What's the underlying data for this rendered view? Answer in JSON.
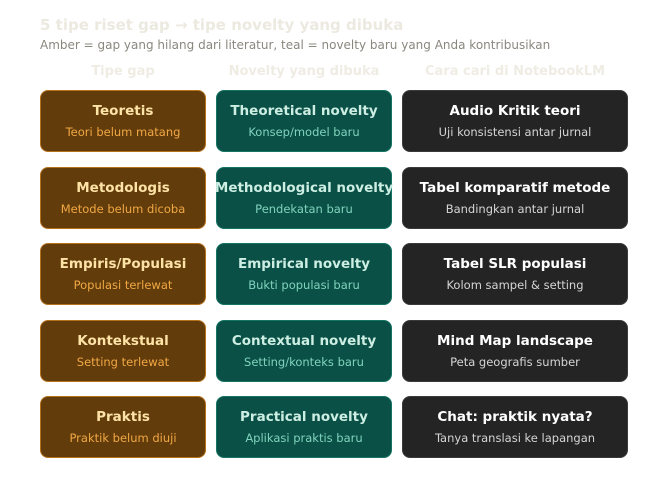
{
  "title": "5 tipe riset gap → tipe novelty yang dibuka",
  "subtitle": "Amber = gap yang hilang dari literatur, teal = novelty baru yang Anda kontribusikan",
  "columns": {
    "gap": "Tipe gap",
    "novelty": "Novelty yang dibuka",
    "cara": "Cara cari di NotebookLM"
  },
  "colors": {
    "amber": "#633c0c",
    "teal": "#0b5046",
    "dark": "#242424"
  },
  "rows": [
    {
      "gap": {
        "title": "Teoretis",
        "desc": "Teori belum matang"
      },
      "novelty": {
        "title": "Theoretical novelty",
        "desc": "Konsep/model baru"
      },
      "cara": {
        "title": "Audio Kritik teori",
        "desc": "Uji konsistensi antar jurnal"
      }
    },
    {
      "gap": {
        "title": "Metodologis",
        "desc": "Metode belum dicoba"
      },
      "novelty": {
        "title": "Methodological novelty",
        "desc": "Pendekatan baru"
      },
      "cara": {
        "title": "Tabel komparatif metode",
        "desc": "Bandingkan antar jurnal"
      }
    },
    {
      "gap": {
        "title": "Empiris/Populasi",
        "desc": "Populasi terlewat"
      },
      "novelty": {
        "title": "Empirical novelty",
        "desc": "Bukti populasi baru"
      },
      "cara": {
        "title": "Tabel SLR populasi",
        "desc": "Kolom sampel & setting"
      }
    },
    {
      "gap": {
        "title": "Kontekstual",
        "desc": "Setting terlewat"
      },
      "novelty": {
        "title": "Contextual novelty",
        "desc": "Setting/konteks baru"
      },
      "cara": {
        "title": "Mind Map landscape",
        "desc": "Peta geografis sumber"
      }
    },
    {
      "gap": {
        "title": "Praktis",
        "desc": "Praktik belum diuji"
      },
      "novelty": {
        "title": "Practical novelty",
        "desc": "Aplikasi praktis baru"
      },
      "cara": {
        "title": "Chat: praktik nyata?",
        "desc": "Tanya translasi ke lapangan"
      }
    }
  ]
}
